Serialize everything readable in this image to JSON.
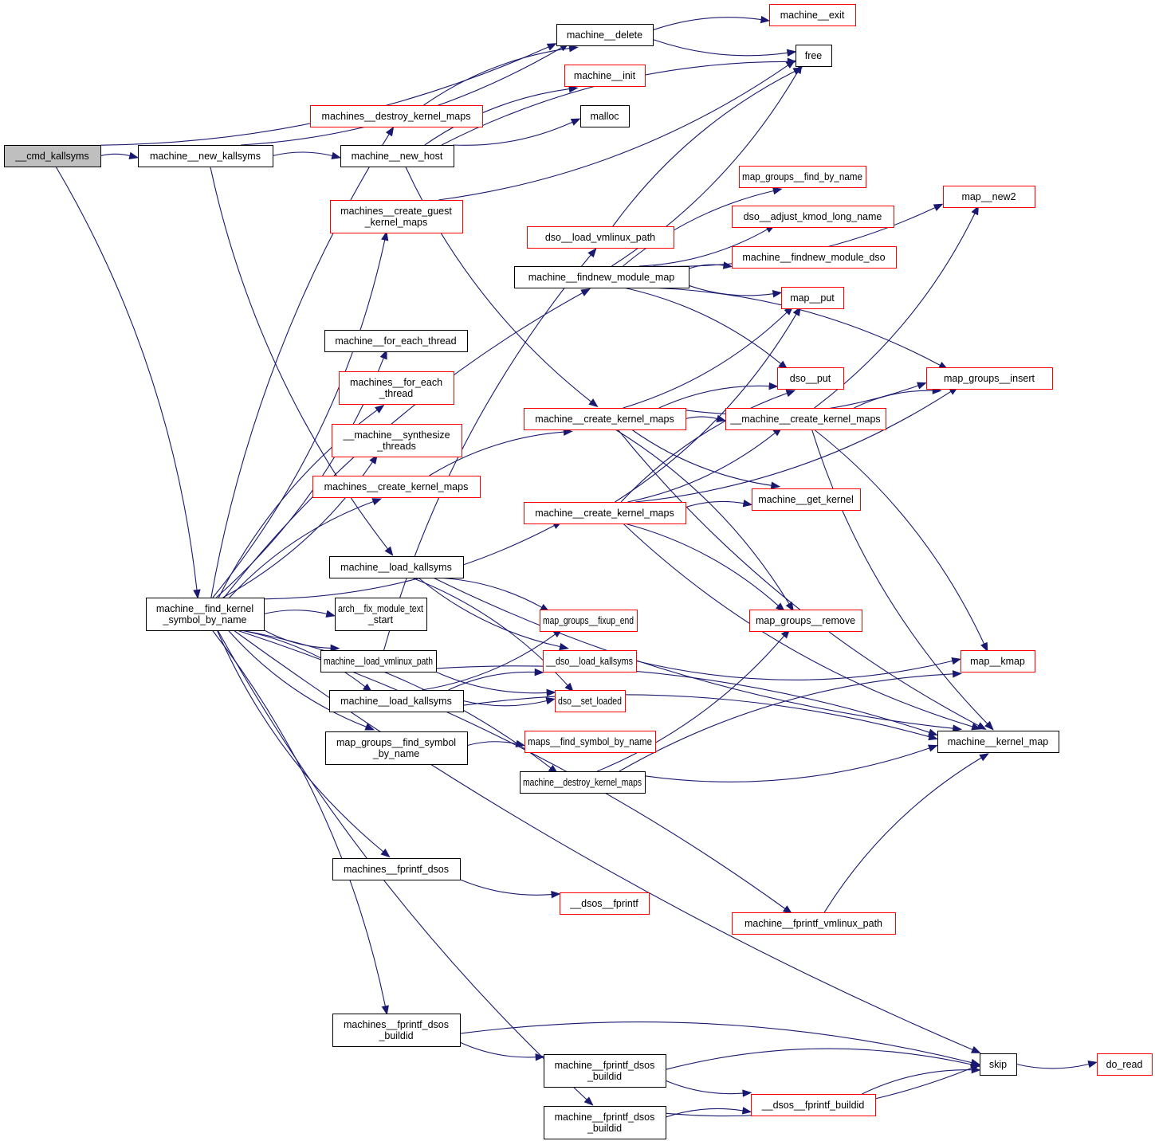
{
  "title": "__cmd_kallsyms call graph",
  "colors": {
    "edge": "#191970",
    "root_fill": "#bfbfbf",
    "documented_border": "#000000",
    "undocumented_border": "#ff0000"
  },
  "nodes": [
    {
      "id": "cmd_kallsyms",
      "lines": [
        "__cmd_kallsyms"
      ],
      "style": "root"
    },
    {
      "id": "machine_new_kallsyms",
      "lines": [
        "machine__new_kallsyms"
      ],
      "style": "black"
    },
    {
      "id": "machine_new_host",
      "lines": [
        "machine__new_host"
      ],
      "style": "black"
    },
    {
      "id": "machine_delete",
      "lines": [
        "machine__delete"
      ],
      "style": "black"
    },
    {
      "id": "machine_exit",
      "lines": [
        "machine__exit"
      ],
      "style": "red"
    },
    {
      "id": "free",
      "lines": [
        "free"
      ],
      "style": "black"
    },
    {
      "id": "machine_init",
      "lines": [
        "machine__init"
      ],
      "style": "red"
    },
    {
      "id": "malloc",
      "lines": [
        "malloc"
      ],
      "style": "black"
    },
    {
      "id": "machines_destroy_kernel_maps",
      "lines": [
        "machines__destroy_kernel_maps"
      ],
      "style": "red"
    },
    {
      "id": "machines_create_guest_kernel_maps",
      "lines": [
        "machines__create_guest",
        "_kernel_maps"
      ],
      "style": "red"
    },
    {
      "id": "map_new2",
      "lines": [
        "map__new2"
      ],
      "style": "red"
    },
    {
      "id": "map_groups_find_by_name",
      "lines": [
        "map_groups__find_by_name"
      ],
      "style": "red"
    },
    {
      "id": "dso_adjust_kmod_long_name",
      "lines": [
        "dso__adjust_kmod_long_name"
      ],
      "style": "red"
    },
    {
      "id": "dso_load_vmlinux_path",
      "lines": [
        "dso__load_vmlinux_path"
      ],
      "style": "red"
    },
    {
      "id": "machine_findnew_module_map",
      "lines": [
        "machine__findnew_module_map"
      ],
      "style": "black"
    },
    {
      "id": "machine_findnew_module_dso",
      "lines": [
        "machine__findnew_module_dso"
      ],
      "style": "red"
    },
    {
      "id": "map_put",
      "lines": [
        "map__put"
      ],
      "style": "red"
    },
    {
      "id": "machine_for_each_thread",
      "lines": [
        "machine__for_each_thread"
      ],
      "style": "black"
    },
    {
      "id": "machines_for_each_thread",
      "lines": [
        "machines__for_each",
        "_thread"
      ],
      "style": "red"
    },
    {
      "id": "dso_put",
      "lines": [
        "dso__put"
      ],
      "style": "red"
    },
    {
      "id": "map_groups_insert",
      "lines": [
        "map_groups__insert"
      ],
      "style": "red"
    },
    {
      "id": "machine_create_kernel_maps_a",
      "lines": [
        "machine__create_kernel_maps"
      ],
      "style": "red"
    },
    {
      "id": "__machine_create_kernel_maps",
      "lines": [
        "__machine__create_kernel_maps"
      ],
      "style": "red"
    },
    {
      "id": "__machine_synthesize_threads",
      "lines": [
        "__machine__synthesize",
        "_threads"
      ],
      "style": "red"
    },
    {
      "id": "machines_create_kernel_maps",
      "lines": [
        "machines__create_kernel_maps"
      ],
      "style": "red"
    },
    {
      "id": "machine_get_kernel",
      "lines": [
        "machine__get_kernel"
      ],
      "style": "red"
    },
    {
      "id": "machine_create_kernel_maps_b",
      "lines": [
        "machine__create_kernel_maps"
      ],
      "style": "red"
    },
    {
      "id": "machine_load_kallsyms_a",
      "lines": [
        "machine__load_kallsyms"
      ],
      "style": "black"
    },
    {
      "id": "machine_find_kernel_symbol_by_name",
      "lines": [
        "machine__find_kernel",
        "_symbol_by_name"
      ],
      "style": "black"
    },
    {
      "id": "arch_fix_module_text_start",
      "lines": [
        "arch__fix_module_text",
        "_start"
      ],
      "style": "black"
    },
    {
      "id": "map_groups_fixup_end",
      "lines": [
        "map_groups__fixup_end"
      ],
      "style": "red"
    },
    {
      "id": "map_groups_remove",
      "lines": [
        "map_groups__remove"
      ],
      "style": "red"
    },
    {
      "id": "machine_load_vmlinux_path",
      "lines": [
        "machine__load_vmlinux_path"
      ],
      "style": "black"
    },
    {
      "id": "__dso_load_kallsyms",
      "lines": [
        "__dso__load_kallsyms"
      ],
      "style": "red"
    },
    {
      "id": "map_kmap",
      "lines": [
        "map__kmap"
      ],
      "style": "red"
    },
    {
      "id": "machine_load_kallsyms_b",
      "lines": [
        "machine__load_kallsyms"
      ],
      "style": "black"
    },
    {
      "id": "dso_set_loaded",
      "lines": [
        "dso__set_loaded"
      ],
      "style": "red"
    },
    {
      "id": "map_groups_find_symbol_by_name",
      "lines": [
        "map_groups__find_symbol",
        "_by_name"
      ],
      "style": "black"
    },
    {
      "id": "maps_find_symbol_by_name",
      "lines": [
        "maps__find_symbol_by_name"
      ],
      "style": "red"
    },
    {
      "id": "machine_kernel_map",
      "lines": [
        "machine__kernel_map"
      ],
      "style": "black"
    },
    {
      "id": "machine_destroy_kernel_maps",
      "lines": [
        "machine__destroy_kernel_maps"
      ],
      "style": "black"
    },
    {
      "id": "machines_fprintf_dsos",
      "lines": [
        "machines__fprintf_dsos"
      ],
      "style": "black"
    },
    {
      "id": "__dsos_fprintf",
      "lines": [
        "__dsos__fprintf"
      ],
      "style": "red"
    },
    {
      "id": "machine_fprintf_vmlinux_path",
      "lines": [
        "machine__fprintf_vmlinux_path"
      ],
      "style": "red"
    },
    {
      "id": "machines_fprintf_dsos_buildid",
      "lines": [
        "machines__fprintf_dsos",
        "_buildid"
      ],
      "style": "black"
    },
    {
      "id": "machine_fprintf_dsos_buildid_a",
      "lines": [
        "machine__fprintf_dsos",
        "_buildid"
      ],
      "style": "black"
    },
    {
      "id": "skip",
      "lines": [
        "skip"
      ],
      "style": "black"
    },
    {
      "id": "do_read",
      "lines": [
        "do_read"
      ],
      "style": "red"
    },
    {
      "id": "__dsos_fprintf_buildid",
      "lines": [
        "__dsos__fprintf_buildid"
      ],
      "style": "red"
    },
    {
      "id": "machine_fprintf_dsos_buildid_b",
      "lines": [
        "machine__fprintf_dsos",
        "_buildid"
      ],
      "style": "black"
    }
  ],
  "edges": [
    [
      "cmd_kallsyms",
      "machine_new_kallsyms"
    ],
    [
      "cmd_kallsyms",
      "machine_delete"
    ],
    [
      "cmd_kallsyms",
      "machine_find_kernel_symbol_by_name"
    ],
    [
      "machine_new_kallsyms",
      "machine_delete"
    ],
    [
      "machine_new_kallsyms",
      "machine_new_host"
    ],
    [
      "machine_new_kallsyms",
      "machine_load_kallsyms_a"
    ],
    [
      "machine_new_host",
      "machine_init"
    ],
    [
      "machine_new_host",
      "malloc"
    ],
    [
      "machine_new_host",
      "free"
    ],
    [
      "machine_new_host",
      "machine_create_kernel_maps_a"
    ],
    [
      "machine_delete",
      "machine_exit"
    ],
    [
      "machine_delete",
      "free"
    ],
    [
      "machines_destroy_kernel_maps",
      "machine_delete"
    ],
    [
      "machines_create_guest_kernel_maps",
      "free"
    ],
    [
      "dso_load_vmlinux_path",
      "free"
    ],
    [
      "machine_findnew_module_map",
      "free"
    ],
    [
      "machine_findnew_module_map",
      "map_groups_find_by_name"
    ],
    [
      "machine_findnew_module_map",
      "dso_adjust_kmod_long_name"
    ],
    [
      "machine_findnew_module_map",
      "machine_findnew_module_dso"
    ],
    [
      "machine_findnew_module_map",
      "map_put"
    ],
    [
      "machine_findnew_module_map",
      "dso_put"
    ],
    [
      "machine_findnew_module_map",
      "map_new2"
    ],
    [
      "machine_findnew_module_map",
      "map_groups_insert"
    ],
    [
      "machine_create_kernel_maps_a",
      "map_put"
    ],
    [
      "machine_create_kernel_maps_a",
      "dso_put"
    ],
    [
      "machine_create_kernel_maps_a",
      "map_groups_insert"
    ],
    [
      "machine_create_kernel_maps_a",
      "__machine_create_kernel_maps"
    ],
    [
      "machine_create_kernel_maps_a",
      "machine_get_kernel"
    ],
    [
      "machine_create_kernel_maps_a",
      "map_groups_remove"
    ],
    [
      "machine_create_kernel_maps_a",
      "machine_kernel_map"
    ],
    [
      "__machine_create_kernel_maps",
      "map_groups_insert"
    ],
    [
      "__machine_create_kernel_maps",
      "map_new2"
    ],
    [
      "__machine_create_kernel_maps",
      "map_kmap"
    ],
    [
      "__machine_create_kernel_maps",
      "machine_kernel_map"
    ],
    [
      "machines_create_kernel_maps",
      "machine_create_kernel_maps_a"
    ],
    [
      "machine_create_kernel_maps_b",
      "map_put"
    ],
    [
      "machine_create_kernel_maps_b",
      "dso_put"
    ],
    [
      "machine_create_kernel_maps_b",
      "__machine_create_kernel_maps"
    ],
    [
      "machine_create_kernel_maps_b",
      "machine_get_kernel"
    ],
    [
      "machine_create_kernel_maps_b",
      "map_groups_insert"
    ],
    [
      "machine_create_kernel_maps_b",
      "map_groups_remove"
    ],
    [
      "machine_create_kernel_maps_b",
      "machine_kernel_map"
    ],
    [
      "machine_load_kallsyms_a",
      "map_groups_fixup_end"
    ],
    [
      "machine_load_kallsyms_a",
      "__dso_load_kallsyms"
    ],
    [
      "machine_load_kallsyms_a",
      "dso_set_loaded"
    ],
    [
      "machine_load_kallsyms_a",
      "machine_kernel_map"
    ],
    [
      "machine_find_kernel_symbol_by_name",
      "machines_destroy_kernel_maps"
    ],
    [
      "machine_find_kernel_symbol_by_name",
      "machines_create_guest_kernel_maps"
    ],
    [
      "machine_find_kernel_symbol_by_name",
      "machine_findnew_module_map"
    ],
    [
      "machine_find_kernel_symbol_by_name",
      "machine_for_each_thread"
    ],
    [
      "machine_find_kernel_symbol_by_name",
      "machines_for_each_thread"
    ],
    [
      "machine_find_kernel_symbol_by_name",
      "__machine_synthesize_threads"
    ],
    [
      "machine_find_kernel_symbol_by_name",
      "machines_create_kernel_maps"
    ],
    [
      "machine_find_kernel_symbol_by_name",
      "machine_create_kernel_maps_b"
    ],
    [
      "machine_find_kernel_symbol_by_name",
      "arch_fix_module_text_start"
    ],
    [
      "machine_find_kernel_symbol_by_name",
      "machine_load_vmlinux_path"
    ],
    [
      "machine_find_kernel_symbol_by_name",
      "machine_load_kallsyms_b"
    ],
    [
      "machine_find_kernel_symbol_by_name",
      "map_groups_find_symbol_by_name"
    ],
    [
      "machine_find_kernel_symbol_by_name",
      "machine_destroy_kernel_maps"
    ],
    [
      "machine_find_kernel_symbol_by_name",
      "machines_fprintf_dsos"
    ],
    [
      "machine_find_kernel_symbol_by_name",
      "machine_fprintf_vmlinux_path"
    ],
    [
      "machine_find_kernel_symbol_by_name",
      "skip"
    ],
    [
      "machine_find_kernel_symbol_by_name",
      "machines_fprintf_dsos_buildid"
    ],
    [
      "machine_find_kernel_symbol_by_name",
      "machine_fprintf_dsos_buildid_b"
    ],
    [
      "machine_load_vmlinux_path",
      "dso_load_vmlinux_path"
    ],
    [
      "machine_load_vmlinux_path",
      "dso_set_loaded"
    ],
    [
      "machine_load_vmlinux_path",
      "machine_kernel_map"
    ],
    [
      "machine_load_kallsyms_b",
      "map_groups_fixup_end"
    ],
    [
      "machine_load_kallsyms_b",
      "__dso_load_kallsyms"
    ],
    [
      "machine_load_kallsyms_b",
      "dso_set_loaded"
    ],
    [
      "machine_load_kallsyms_b",
      "machine_kernel_map"
    ],
    [
      "__dso_load_kallsyms",
      "map_kmap"
    ],
    [
      "map_groups_find_symbol_by_name",
      "maps_find_symbol_by_name"
    ],
    [
      "machine_destroy_kernel_maps",
      "map_groups_remove"
    ],
    [
      "machine_destroy_kernel_maps",
      "map_kmap"
    ],
    [
      "machine_destroy_kernel_maps",
      "machine_kernel_map"
    ],
    [
      "machine_fprintf_vmlinux_path",
      "machine_kernel_map"
    ],
    [
      "machines_fprintf_dsos",
      "__dsos_fprintf"
    ],
    [
      "machines_fprintf_dsos_buildid",
      "skip"
    ],
    [
      "machines_fprintf_dsos_buildid",
      "machine_fprintf_dsos_buildid_a"
    ],
    [
      "machine_fprintf_dsos_buildid_a",
      "skip"
    ],
    [
      "machine_fprintf_dsos_buildid_a",
      "__dsos_fprintf_buildid"
    ],
    [
      "machine_fprintf_dsos_buildid_b",
      "__dsos_fprintf_buildid"
    ],
    [
      "machine_fprintf_dsos_buildid_b",
      "skip"
    ],
    [
      "__dsos_fprintf_buildid",
      "skip"
    ],
    [
      "skip",
      "do_read"
    ]
  ]
}
